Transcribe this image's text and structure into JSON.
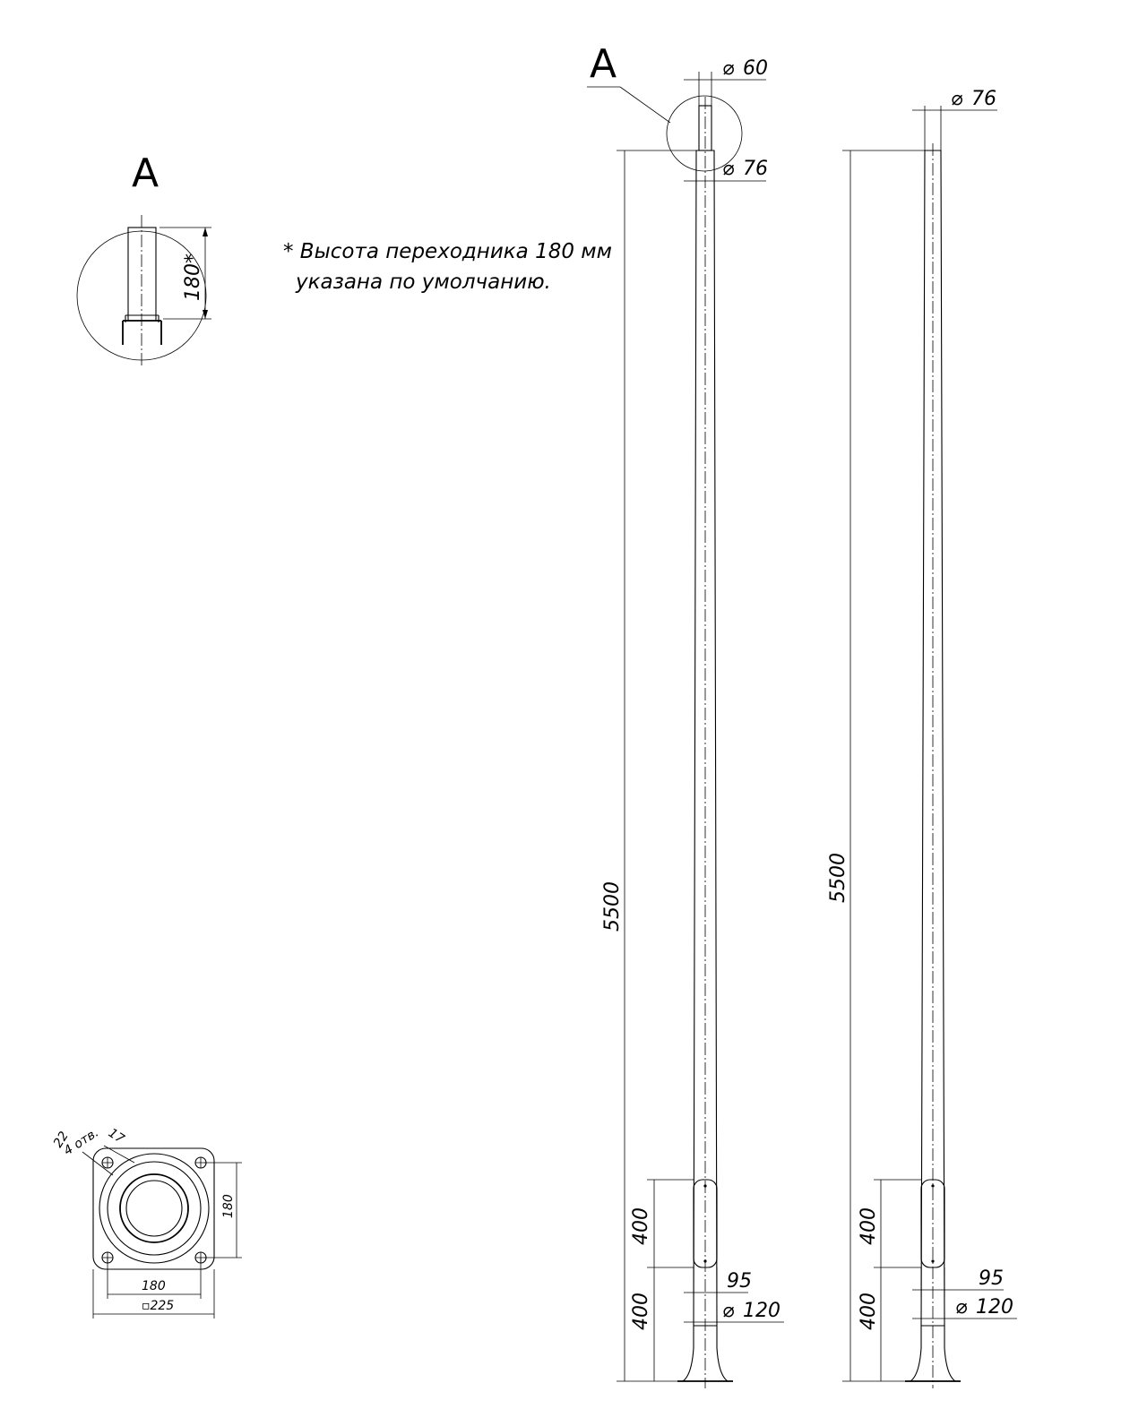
{
  "detail_callout": {
    "letter": "A"
  },
  "detail_view": {
    "letter": "A",
    "adapter_height": "180*"
  },
  "note": {
    "line1": "* Высота переходника 180 мм",
    "line2": "указана по умолчанию."
  },
  "pole_left": {
    "top_diameter": "60",
    "adapter_diameter": "76",
    "height": "5500",
    "hatch_height": "400",
    "hatch_offset": "400",
    "hatch_width": "95",
    "base_diameter": "120"
  },
  "pole_right": {
    "top_diameter": "76",
    "height": "5500",
    "hatch_height": "400",
    "hatch_offset": "400",
    "hatch_width": "95",
    "base_diameter": "120"
  },
  "flange": {
    "hole_diameter": "22",
    "hole_count": "4 отв.",
    "edge_offset": "17",
    "bolt_spacing_v": "180",
    "bolt_spacing_h": "180",
    "plate_size": "▫225"
  },
  "symbols": {
    "diameter": "⌀"
  }
}
